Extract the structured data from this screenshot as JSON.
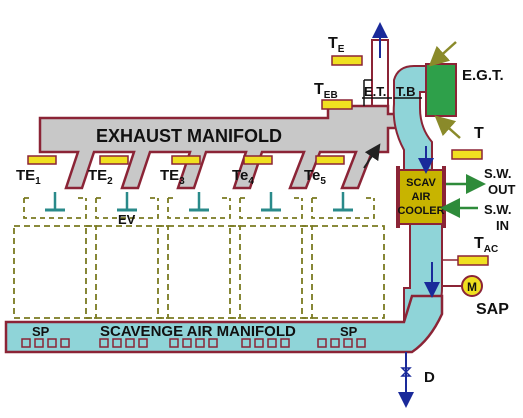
{
  "labels": {
    "exhaust_manifold": "EXHAUST MANIFOLD",
    "scavenge_air_manifold": "SCAVENGE AIR MANIFOLD",
    "sp_left": "SP",
    "sp_right": "SP",
    "egt": "E.G.T.",
    "t": "T",
    "te": "T",
    "te_sub": "E",
    "teb": "T",
    "teb_sub": "EB",
    "et": "E.T.",
    "tb": "T.B",
    "tac": "T",
    "tac_sub": "AC",
    "sw_out_1": "S.W.",
    "sw_out_2": "OUT",
    "sw_in_1": "S.W.",
    "sw_in_2": "IN",
    "scav_1": "SCAV",
    "scav_2": "AIR",
    "scav_3": "COOLER",
    "ev": "EV",
    "m": "M",
    "sap": "SAP",
    "d": "D"
  },
  "cylinders": [
    {
      "base": "TE",
      "sub": "1"
    },
    {
      "base": "TE",
      "sub": "2"
    },
    {
      "base": "TE",
      "sub": "3"
    },
    {
      "base": "Te",
      "sub": "4"
    },
    {
      "base": "Te",
      "sub": "5"
    }
  ],
  "colors": {
    "exhaust": "#c8c8c8",
    "outline": "#8b2436",
    "scav_air": "#8fd4d8",
    "egt_box": "#2ea04a",
    "cooler": "#c8b400",
    "sensor": "#f0e020",
    "cylinder_dash": "#7a7a20",
    "arrow_blue": "#1a2a9a",
    "arrow_green": "#2e8b3a",
    "arrow_olive": "#8a8a2a"
  }
}
